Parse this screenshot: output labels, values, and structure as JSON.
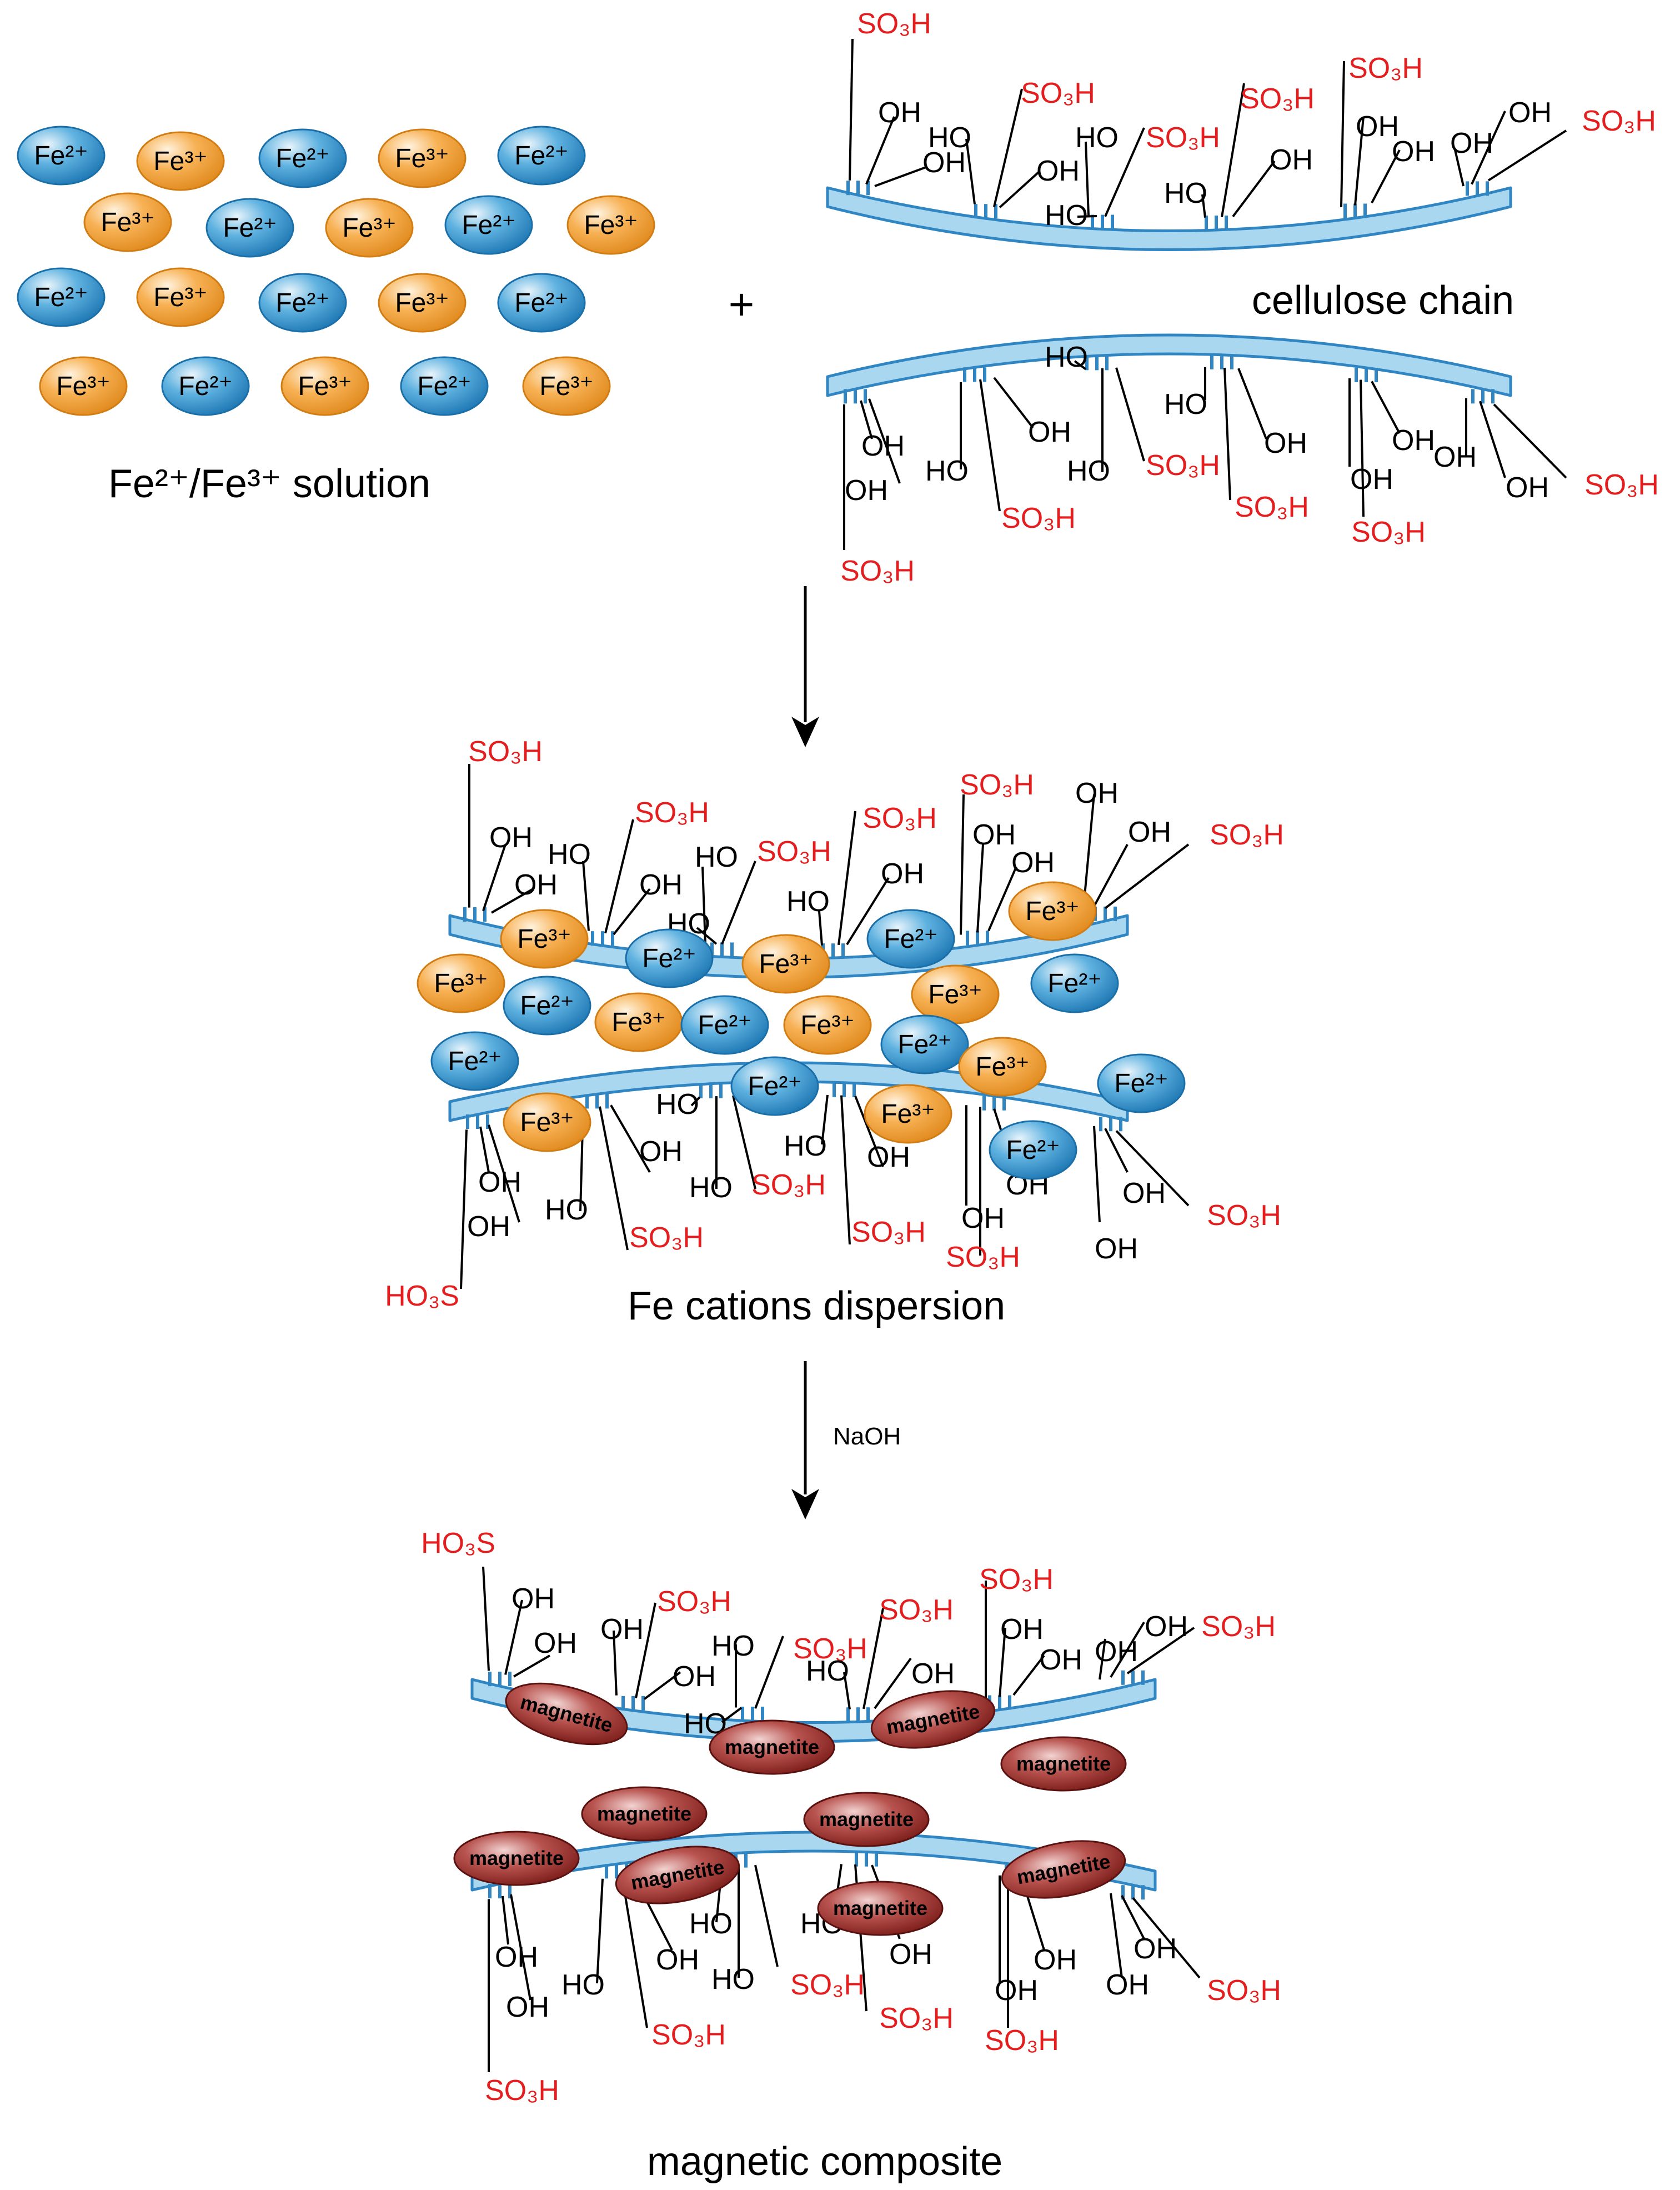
{
  "captions": {
    "solution": "Fe²⁺/Fe³⁺ solution",
    "chain": "cellulose chain",
    "dispersion": "Fe cations dispersion",
    "composite": "magnetic composite"
  },
  "reaction": {
    "plus": "+",
    "reagent": "NaOH"
  },
  "ions": {
    "fe2": "Fe²⁺",
    "fe3": "Fe³⁺"
  },
  "groups": {
    "oh": "OH",
    "ho": "HO",
    "so3h": "SO₃H",
    "ho3s": "HO₃S"
  },
  "particle": {
    "label": "magnetite"
  },
  "colors": {
    "fe2_fill": "#3b9ad1",
    "fe3_fill": "#f3a33a",
    "magnetite_fill": "#a4302c",
    "chain_fill": "#a9d7f0",
    "chain_stroke": "#2f86c3",
    "sulfonic_text": "#e41e1e"
  }
}
